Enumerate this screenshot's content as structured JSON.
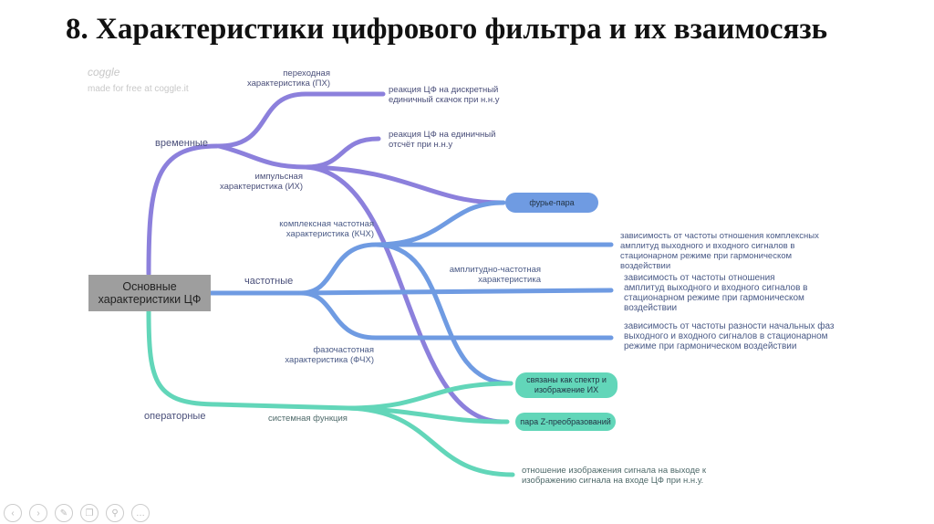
{
  "title": "8. Характеристики цифрового фильтра и их взаимосязь",
  "watermark": {
    "logo": "coggle",
    "made": "made for free at coggle.it"
  },
  "root": "Основные характеристики ЦФ",
  "branches": {
    "time": "временные",
    "freq": "частотные",
    "oper": "операторные"
  },
  "nodes": {
    "px": "переходная характеристика (ПХ)",
    "ix": "импульсная характеристика (ИХ)",
    "kchx": "комплексная частотная характеристика (КЧХ)",
    "achx": "амплитудно-частотная характеристика",
    "fchx": "фазочастотная характеристика (ФЧХ)",
    "sys": "системная функция"
  },
  "leaves": {
    "px_def": "реакция ЦФ на дискретный единичный скачок при н.н.у",
    "ix_def": "реакция ЦФ на единичный отсчёт при н.н.у",
    "kchx_def": "зависимость от частоты отношения комплексных амплитуд выходного и входного сигналов в стационарном режиме при гармоническом воздействии",
    "achx_def": "зависимость от частоты отношения амплитуд выходного и входного сигналов в стационарном режиме при гармоническом воздействии",
    "fchx_def": "зависимость от частоты разности начальных фаз выходного и входного сигналов в стационарном режиме при гармоническом воздействии",
    "sys_def": "отношение изображения сигнала на выходе к изображению сигнала на входе ЦФ при н.н.у."
  },
  "pills": {
    "fourier": "фурье-пара",
    "spectrum": "связаны как спектр и изображение ИХ",
    "z": "пара Z-преобразований"
  },
  "colors": {
    "purple": "#8c80dc",
    "blue": "#6f9be2",
    "teal": "#62d6b9"
  },
  "toolbar": [
    "prev-icon",
    "next-icon",
    "pen-icon",
    "copy-icon",
    "zoom-icon",
    "more-icon"
  ]
}
